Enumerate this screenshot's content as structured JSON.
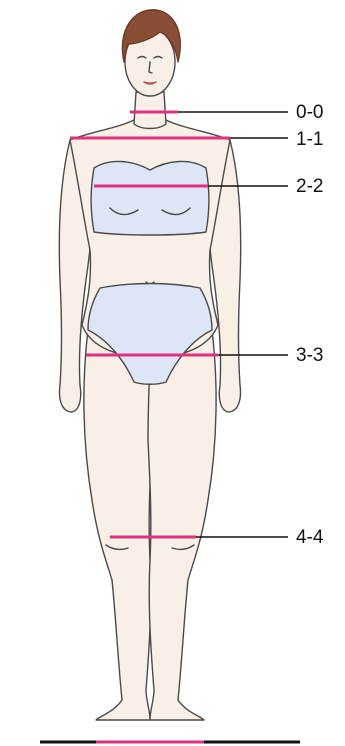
{
  "figure": {
    "background": "#ffffff",
    "skin_color": "#f8efe7",
    "outline_color": "#4a4a4a",
    "underwear_color": "#dce6f5",
    "hair_color": "#8a4e36",
    "measure_color": "#e0307f",
    "ground_color": "#111111"
  },
  "measurements": [
    {
      "id": "0-0",
      "label": "0-0"
    },
    {
      "id": "1-1",
      "label": "1-1"
    },
    {
      "id": "2-2",
      "label": "2-2"
    },
    {
      "id": "3-3",
      "label": "3-3"
    },
    {
      "id": "4-4",
      "label": "4-4"
    }
  ]
}
